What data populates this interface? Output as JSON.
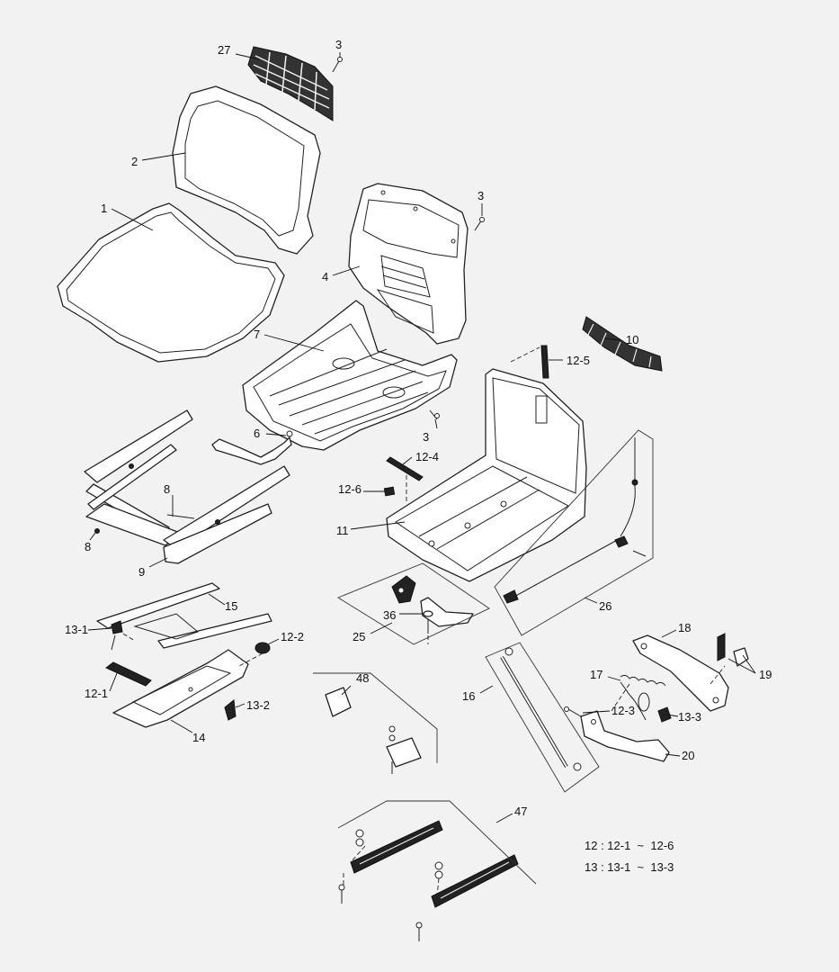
{
  "labels": {
    "l1": "1",
    "l2": "2",
    "l3a": "3",
    "l3b": "3",
    "l3c": "3",
    "l4": "4",
    "l6": "6",
    "l7": "7",
    "l8a": "8",
    "l8b": "8",
    "l9": "9",
    "l10": "10",
    "l11": "11",
    "l12_1": "12-1",
    "l12_2": "12-2",
    "l12_3": "12-3",
    "l12_4": "12-4",
    "l12_5": "12-5",
    "l12_6": "12-6",
    "l13_1": "13-1",
    "l13_2": "13-2",
    "l13_3": "13-3",
    "l14": "14",
    "l15": "15",
    "l16": "16",
    "l17": "17",
    "l18": "18",
    "l19": "19",
    "l20": "20",
    "l25": "25",
    "l26": "26",
    "l27": "27",
    "l36": "36",
    "l47": "47",
    "l48": "48"
  },
  "legend": {
    "line1": "12 : 12-1  ~  12-6",
    "line2": "13 : 13-1  ~  13-3"
  }
}
